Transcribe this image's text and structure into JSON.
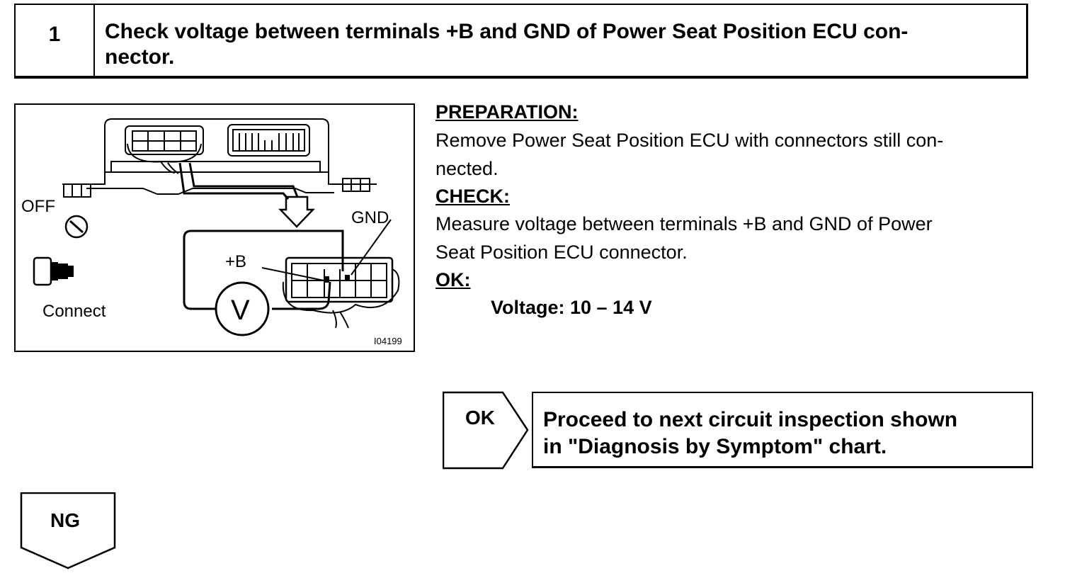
{
  "step": {
    "number": "1",
    "title_line1": "Check voltage between terminals +B and GND of Power Seat Position ECU con-",
    "title_line2": "nector."
  },
  "figure": {
    "label_off": "OFF",
    "label_connect": "Connect",
    "label_gnd": "GND",
    "label_plus_b": "+B",
    "meter_symbol": "V",
    "code": "I04199"
  },
  "instructions": {
    "preparation_heading": "PREPARATION:",
    "preparation_line1": "Remove Power Seat Position ECU with connectors still con-",
    "preparation_line2": "nected.",
    "check_heading": "CHECK:",
    "check_line1": "Measure voltage between terminals +B and GND of Power",
    "check_line2": "Seat Position ECU connector.",
    "ok_heading": "OK:",
    "ok_spec": "Voltage: 10 – 14 V"
  },
  "ok_result": {
    "tag": "OK",
    "line1": "Proceed to next circuit inspection shown",
    "line2": "in \"Diagnosis by Symptom\" chart."
  },
  "ng_result": {
    "tag": "NG"
  }
}
